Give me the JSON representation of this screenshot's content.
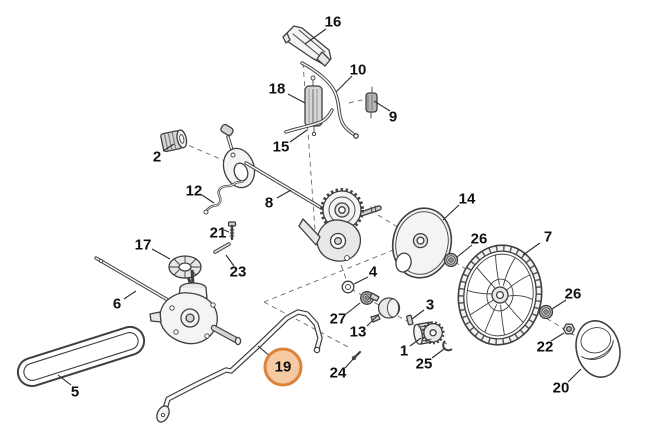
{
  "diagram": {
    "background_color": "#ffffff",
    "line_color": "#3f3f3f",
    "highlight": {
      "part_number": "19",
      "ring_color": "#DC8239",
      "fill_color": "#F5C9A2"
    },
    "callouts": {
      "n16": "16",
      "n10": "10",
      "n18": "18",
      "n9": "9",
      "n2": "2",
      "n15": "15",
      "n12": "12",
      "n8": "8",
      "n21": "21",
      "n14": "14",
      "n26a": "26",
      "n7": "7",
      "n17": "17",
      "n23": "23",
      "n6": "6",
      "n4": "4",
      "n27": "27",
      "n13": "13",
      "n3": "3",
      "n26b": "26",
      "n1": "1",
      "n22": "22",
      "n25": "25",
      "n24": "24",
      "n5": "5",
      "n19": "19",
      "n20": "20"
    }
  }
}
